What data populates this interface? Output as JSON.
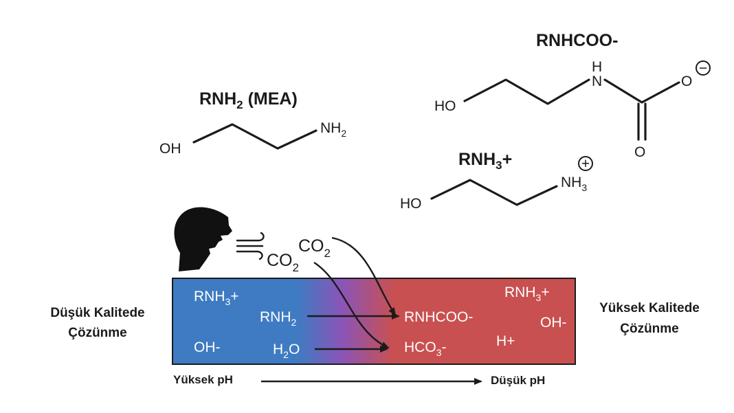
{
  "molecules": {
    "mea": {
      "title_main": "RNH",
      "title_sub": "2",
      "title_rest": " (MEA)",
      "oh": "OH",
      "nh": "NH",
      "nh_sub": "2"
    },
    "carbamate": {
      "title": "RNHCOO-",
      "ho": "HO",
      "h": "H",
      "n": "N",
      "o_single": "O",
      "o_double": "O",
      "charge": "−"
    },
    "ammonium": {
      "title_main": "RNH",
      "title_sub": "3",
      "title_rest": "+",
      "ho": "HO",
      "nh": "NH",
      "nh_sub": "3",
      "charge": "+"
    }
  },
  "breath": {
    "co2_a_main": "CO",
    "co2_a_sub": "2",
    "co2_b_main": "CO",
    "co2_b_sub": "2"
  },
  "band": {
    "left_color": "#3e7bc2",
    "mid_color": "#8a55b8",
    "right_color": "#c95050",
    "left_species": {
      "rnh3_main": "RNH",
      "rnh3_sub": "3",
      "rnh3_rest": "+",
      "rnh2_main": "RNH",
      "rnh2_sub": "2",
      "oh": "OH-",
      "h2o_a": "H",
      "h2o_sub": "2",
      "h2o_b": "O"
    },
    "right_species": {
      "rnhcoo": "RNHCOO-",
      "hco3_main": "HCO",
      "hco3_sub": "3",
      "hco3_rest": "-",
      "rnh3_main": "RNH",
      "rnh3_sub": "3",
      "rnh3_rest": "+",
      "oh": "OH-",
      "hplus": "H+"
    }
  },
  "side_labels": {
    "left_line1": "Düşük Kalitede",
    "left_line2": "Çözünme",
    "right_line1": "Yüksek Kalitede",
    "right_line2": "Çözünme"
  },
  "ph_axis": {
    "left": "Yüksek pH",
    "right": "Düşük pH"
  }
}
